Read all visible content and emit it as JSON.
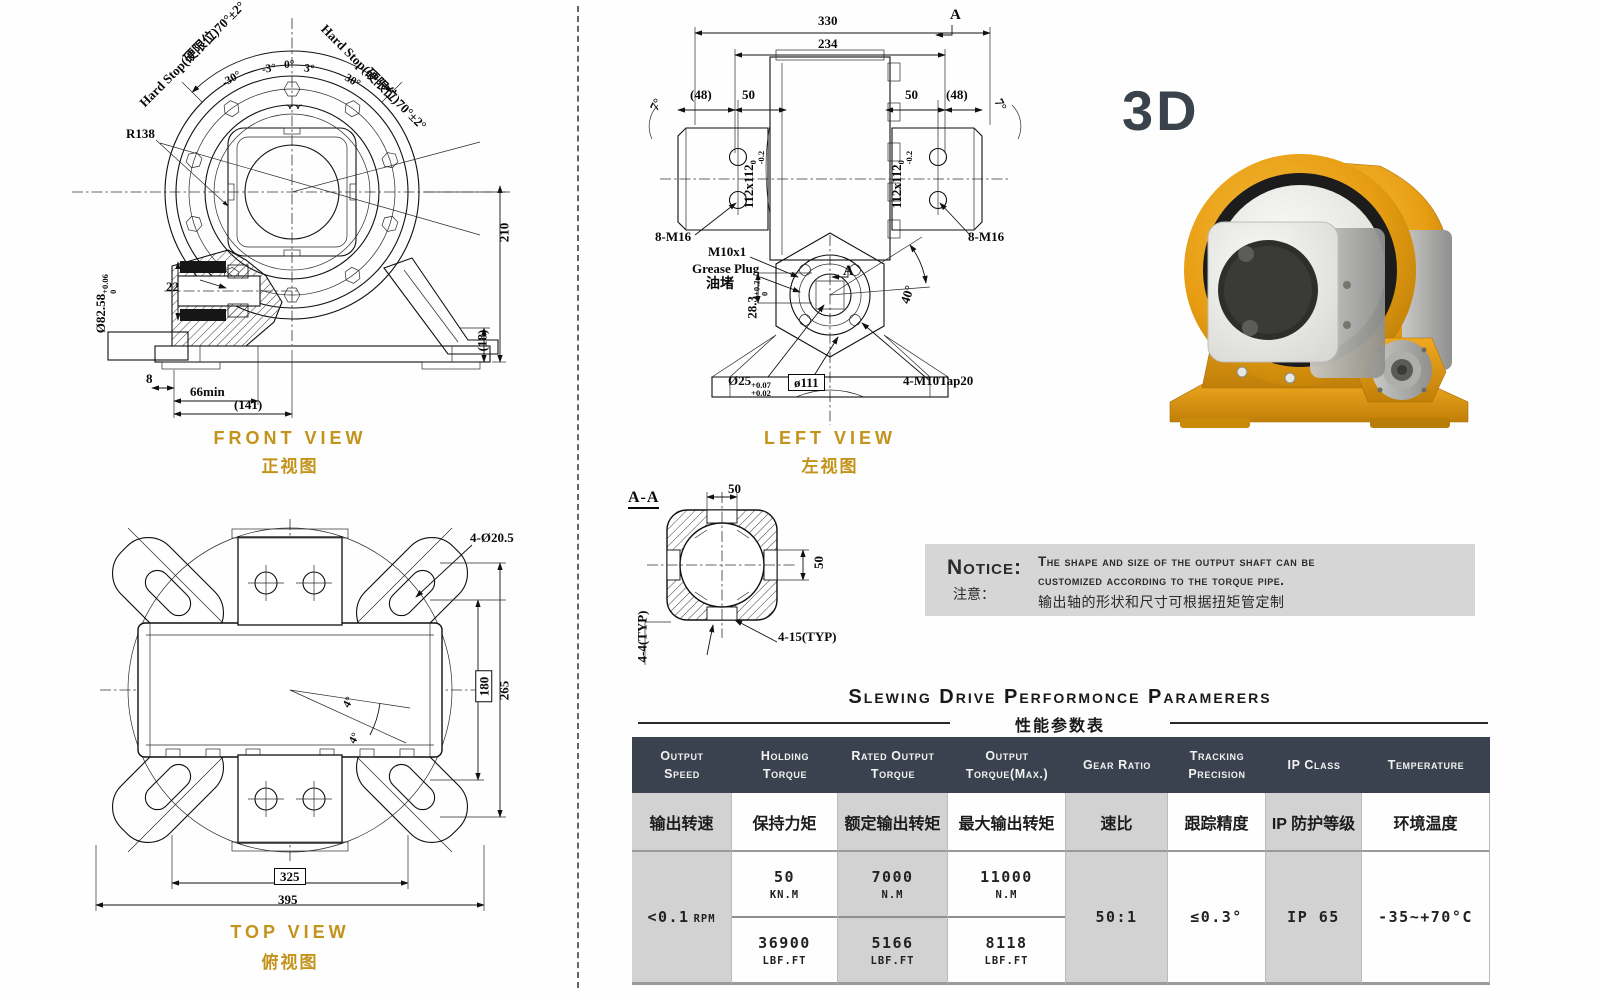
{
  "front_view": {
    "title_en": "FRONT VIEW",
    "title_zh": "正视图",
    "hard_stop_left": "Hard Stop(硬限位)70°±2°",
    "hard_stop_right": "Hard Stop(硬限位)70°±2°",
    "ticks": [
      "-30°",
      "-3°",
      "0°",
      "3°",
      "30°"
    ],
    "r138": "R138",
    "dia_label": "Ø82.58",
    "dia_tol_top": "+0.06",
    "dia_tol_bot": "0",
    "dim_22": "22",
    "dim_210": "210",
    "dim_18": "(18)",
    "dim_8": "8",
    "dim_66": "66min",
    "dim_141": "(141)"
  },
  "left_view": {
    "title_en": "LEFT VIEW",
    "title_zh": "左视图",
    "dim_330": "330",
    "dim_234": "234",
    "dim_48L": "(48)",
    "dim_50L": "50",
    "dim_50R": "50",
    "dim_48R": "(48)",
    "angle_7L": "7°",
    "angle_7R": "7°",
    "square_dim": "112x112",
    "square_tol_top": "0",
    "square_tol_bot": "-0.2",
    "thread_L": "8-M16",
    "thread_R": "8-M16",
    "m10": "M10x1",
    "grease_en": "Grease Plug",
    "grease_zh": "油堵",
    "dim_283": "28.3",
    "dim_283_top": "+0.2",
    "dim_283_bot": "0",
    "angle_40": "40°",
    "dia_25": "Ø25",
    "dia_25_top": "+0.07",
    "dia_25_bot": "+0.02",
    "dia_111": "ø111",
    "tap": "4-M10Tap20",
    "sec_mark_top": "A",
    "sec_mark_bot": "A"
  },
  "top_view": {
    "title_en": "TOP VIEW",
    "title_zh": "俯视图",
    "holes": "4-Ø20.5",
    "dim_180": "180",
    "dim_265": "265",
    "angle_4a": "4°",
    "angle_4b": "4°",
    "dim_325": "325",
    "dim_395": "395"
  },
  "section_aa": {
    "label": "A-A",
    "dim_top": "50",
    "dim_side": "50",
    "dim_left": "4-4(TYP)",
    "dim_bot": "4-15(TYP)"
  },
  "render_3d": {
    "label": "3D"
  },
  "notice": {
    "title_en": "Notice:",
    "title_zh": "注意：",
    "line1": "The shape and size of the output shaft can be",
    "line2": "customized according to the torque pipe.",
    "line3": "输出轴的形状和尺寸可根据扭矩管定制"
  },
  "table": {
    "title_en": "Slewing Drive Performonce Paramerers",
    "title_zh": "性能参数表",
    "columns": [
      {
        "en1": "Output",
        "en2": "Speed",
        "zh": "输出转速",
        "value": "<0.1",
        "value_unit": "rpm"
      },
      {
        "en1": "Holding",
        "en2": "Torque",
        "zh": "保持力矩",
        "metric": "50",
        "metric_unit": "kN.m",
        "imp": "36900",
        "imp_unit": "lbf.ft"
      },
      {
        "en1": "Rated Output",
        "en2": "Torque",
        "zh": "额定输出转矩",
        "metric": "7000",
        "metric_unit": "N.m",
        "imp": "5166",
        "imp_unit": "lbf.ft"
      },
      {
        "en1": "Output",
        "en2": "Torque(Max.)",
        "zh": "最大输出转矩",
        "metric": "11000",
        "metric_unit": "N.m",
        "imp": "8118",
        "imp_unit": "lbf.ft"
      },
      {
        "en1": "Gear Ratio",
        "en2": "",
        "zh": "速比",
        "value": "50:1",
        "value_unit": ""
      },
      {
        "en1": "Tracking",
        "en2": "Precision",
        "zh": "跟踪精度",
        "value": "≤0.3°",
        "value_unit": ""
      },
      {
        "en1": "IP Class",
        "en2": "",
        "zh": "IP 防护等级",
        "value": "IP 65",
        "value_unit": ""
      },
      {
        "en1": "Temperature",
        "en2": "",
        "zh": "环境温度",
        "value": "-35~+70°C",
        "value_unit": ""
      }
    ]
  }
}
